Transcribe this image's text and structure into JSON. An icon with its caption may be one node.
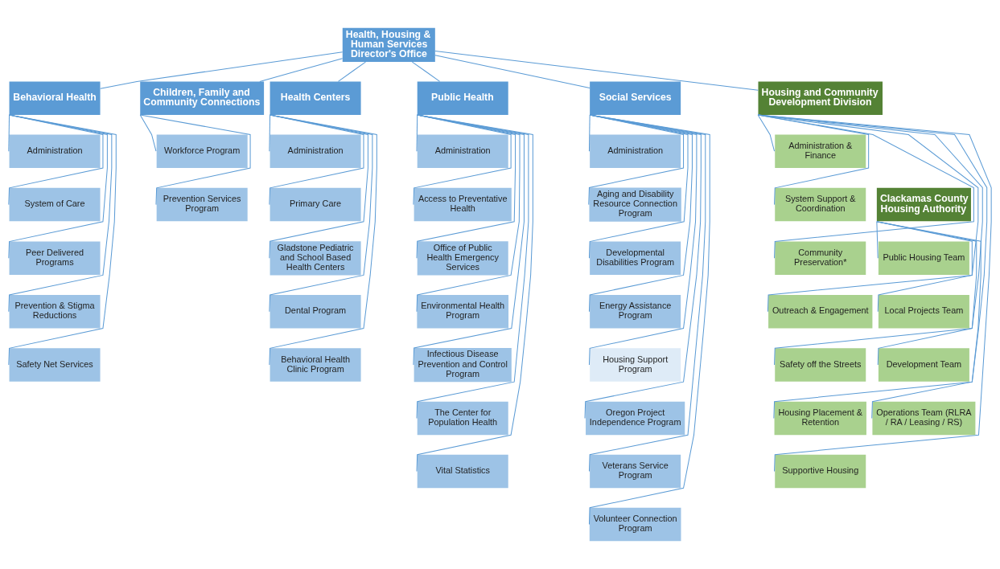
{
  "diagram": {
    "nodes": [
      {
        "text": [
          "Health, Housing & Human Services Director's Office"
        ]
      },
      {
        "text": [
          "Behavioral Health"
        ]
      },
      {
        "text": [
          "Administration"
        ]
      },
      {
        "text": [
          "System of Care"
        ]
      },
      {
        "text": [
          "Peer Delivered Programs"
        ]
      },
      {
        "text": [
          "Prevention & Stigma Reductions"
        ]
      },
      {
        "text": [
          "Safety Net Services"
        ]
      },
      {
        "text": [
          "Children, Family and Community Connections"
        ]
      },
      {
        "text": [
          "Workforce Program"
        ]
      },
      {
        "text": [
          "Prevention Services Program"
        ]
      },
      {
        "text": [
          "Health Centers"
        ]
      },
      {
        "text": [
          "Administration"
        ]
      },
      {
        "text": [
          "Primary Care"
        ]
      },
      {
        "text": [
          "Gladstone Pediatric and School Based Health Centers"
        ]
      },
      {
        "text": [
          "Dental Program"
        ]
      },
      {
        "text": [
          "Behavioral Health Clinic Program"
        ]
      },
      {
        "text": [
          "Public Health"
        ]
      },
      {
        "text": [
          "Administration"
        ]
      },
      {
        "text": [
          "Access to Preventative Health"
        ]
      },
      {
        "text": [
          "Office of Public Health Emergency Services"
        ]
      },
      {
        "text": [
          "Environmental Health Program"
        ]
      },
      {
        "text": [
          "Infectious Disease Prevention and Control Program"
        ]
      },
      {
        "text": [
          "The Center for Population Health"
        ]
      },
      {
        "text": [
          "Vital Statistics"
        ]
      },
      {
        "text": [
          "Social Services"
        ]
      },
      {
        "text": [
          "Administration"
        ]
      },
      {
        "text": [
          "Aging and Disability Resource Connection Program"
        ]
      },
      {
        "text": [
          "Developmental Disabilities Program"
        ]
      },
      {
        "text": [
          "Energy Assistance Program"
        ]
      },
      {
        "text": [
          "Housing Support Program"
        ]
      },
      {
        "text": [
          "Oregon Project Independence Program"
        ]
      },
      {
        "text": [
          "Veterans Service Program"
        ]
      },
      {
        "text": [
          "Volunteer Connection Program"
        ]
      },
      {
        "text": [
          "Housing and Community Development Division"
        ]
      },
      {
        "text": [
          "Administration & Finance"
        ]
      },
      {
        "text": [
          "System Support & Coordination"
        ]
      },
      {
        "text": [
          "Community Preservation*"
        ]
      },
      {
        "text": [
          "Outreach & Engagement"
        ]
      },
      {
        "text": [
          "Safety off the Streets"
        ]
      },
      {
        "text": [
          "Housing Placement & Retention"
        ]
      },
      {
        "text": [
          "Supportive Housing"
        ]
      },
      {
        "text": [
          "Clackamas County Housing Authority"
        ]
      },
      {
        "text": [
          "Public Housing Team"
        ]
      },
      {
        "text": [
          "Local Projects Team"
        ]
      },
      {
        "text": [
          "Development Team"
        ]
      },
      {
        "text": [
          "Operations Team (RLRA / RA / Leasing / RS)"
        ]
      }
    ],
    "edges": [
      {
        "from": 0,
        "to": 1,
        "arrow": "none"
      },
      {
        "from": 0,
        "to": 7,
        "arrow": "none"
      },
      {
        "from": 0,
        "to": 10,
        "arrow": "none"
      },
      {
        "from": 0,
        "to": 16,
        "arrow": "none"
      },
      {
        "from": 0,
        "to": 24,
        "arrow": "none"
      },
      {
        "from": 0,
        "to": 33,
        "arrow": "none"
      },
      {
        "from": 1,
        "to": 2,
        "arrow": "none"
      },
      {
        "from": 1,
        "to": 3,
        "arrow": "none"
      },
      {
        "from": 1,
        "to": 4,
        "arrow": "none"
      },
      {
        "from": 1,
        "to": 5,
        "arrow": "none"
      },
      {
        "from": 1,
        "to": 6,
        "arrow": "none"
      },
      {
        "from": 7,
        "to": 8,
        "arrow": "none"
      },
      {
        "from": 7,
        "to": 9,
        "arrow": "none"
      },
      {
        "from": 10,
        "to": 11,
        "arrow": "none"
      },
      {
        "from": 10,
        "to": 12,
        "arrow": "none"
      },
      {
        "from": 10,
        "to": 13,
        "arrow": "none"
      },
      {
        "from": 10,
        "to": 14,
        "arrow": "none"
      },
      {
        "from": 10,
        "to": 15,
        "arrow": "none"
      },
      {
        "from": 16,
        "to": 17,
        "arrow": "none"
      },
      {
        "from": 16,
        "to": 18,
        "arrow": "none"
      },
      {
        "from": 16,
        "to": 19,
        "arrow": "none"
      },
      {
        "from": 16,
        "to": 20,
        "arrow": "none"
      },
      {
        "from": 16,
        "to": 21,
        "arrow": "none"
      },
      {
        "from": 16,
        "to": 22,
        "arrow": "none"
      },
      {
        "from": 16,
        "to": 23,
        "arrow": "none"
      },
      {
        "from": 24,
        "to": 25,
        "arrow": "none"
      },
      {
        "from": 24,
        "to": 26,
        "arrow": "none"
      },
      {
        "from": 24,
        "to": 27,
        "arrow": "none"
      },
      {
        "from": 24,
        "to": 28,
        "arrow": "none"
      },
      {
        "from": 24,
        "to": 29,
        "arrow": "none"
      },
      {
        "from": 24,
        "to": 30,
        "arrow": "none"
      },
      {
        "from": 24,
        "to": 31,
        "arrow": "none"
      },
      {
        "from": 24,
        "to": 32,
        "arrow": "none"
      },
      {
        "from": 33,
        "to": 34,
        "arrow": "none"
      },
      {
        "from": 33,
        "to": 35,
        "arrow": "none"
      },
      {
        "from": 33,
        "to": 36,
        "arrow": "none"
      },
      {
        "from": 33,
        "to": 37,
        "arrow": "none"
      },
      {
        "from": 33,
        "to": 38,
        "arrow": "none"
      },
      {
        "from": 33,
        "to": 39,
        "arrow": "none"
      },
      {
        "from": 33,
        "to": 40,
        "arrow": "none"
      },
      {
        "from": 41,
        "to": 42,
        "arrow": "none"
      },
      {
        "from": 41,
        "to": 43,
        "arrow": "none"
      },
      {
        "from": 41,
        "to": 44,
        "arrow": "none"
      },
      {
        "from": 41,
        "to": 45,
        "arrow": "none"
      }
    ]
  }
}
